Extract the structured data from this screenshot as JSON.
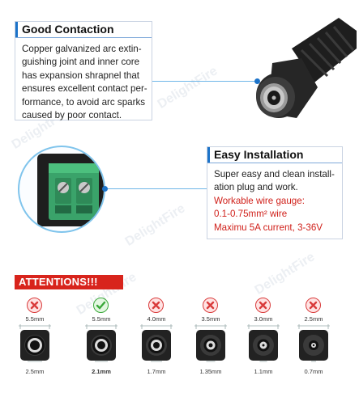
{
  "contact": {
    "title": "Good Contaction",
    "lines": [
      "Copper galvanized arc extin-",
      "guishing joint and inner core",
      "has expansion shrapnel that",
      "ensures excellent contact per-",
      "formance, to avoid arc sparks",
      "caused by poor contact."
    ]
  },
  "install": {
    "title": "Easy Installation",
    "lines": [
      "Super easy and clean install-",
      "ation plug and work."
    ],
    "red_lines": [
      "Workable wire gauge:",
      "0.1-0.75mm² wire",
      "Maximu 5A current, 3-36V"
    ]
  },
  "attention": {
    "label": "ATTENTIONS!!!"
  },
  "plugs": [
    {
      "status": "no",
      "outer": "5.5mm",
      "inner": "2.5mm"
    },
    {
      "status": "yes",
      "outer": "5.5mm",
      "inner": "2.1mm"
    },
    {
      "status": "no",
      "outer": "4.0mm",
      "inner": "1.7mm"
    },
    {
      "status": "no",
      "outer": "3.5mm",
      "inner": "1.35mm"
    },
    {
      "status": "no",
      "outer": "3.0mm",
      "inner": "1.1mm"
    },
    {
      "status": "no",
      "outer": "2.5mm",
      "inner": "0.7mm"
    }
  ],
  "watermark": "DelightFire",
  "colors": {
    "accent": "#1c73c9",
    "warning": "#d8241c",
    "ok": "#3aa83a",
    "bad": "#d93b3b"
  }
}
